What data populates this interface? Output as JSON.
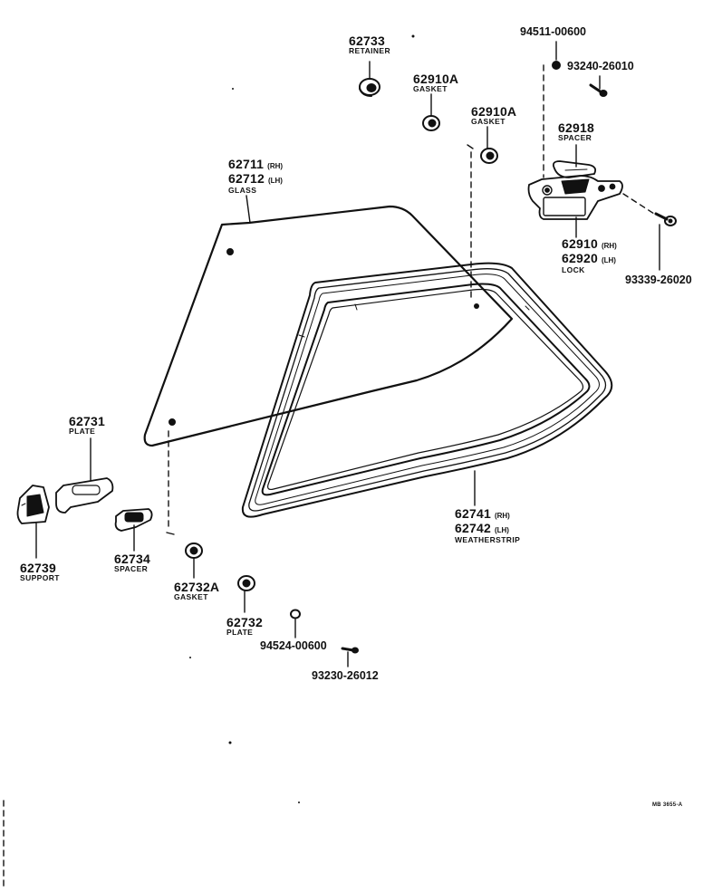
{
  "parts": {
    "retainer": {
      "number": "62733",
      "name": "RETAINER"
    },
    "gasket_top1": {
      "number": "62910A",
      "name": "GASKET"
    },
    "gasket_top2": {
      "number": "62910A",
      "name": "GASKET"
    },
    "bolt_top": {
      "number": "94511-00600"
    },
    "screw_top": {
      "number": "93240-26010"
    },
    "spacer_lock": {
      "number": "62918",
      "name": "SPACER"
    },
    "lock": {
      "number_rh": "62910",
      "rh": "(RH)",
      "number_lh": "62920",
      "lh": "(LH)",
      "name": "LOCK"
    },
    "screw_right": {
      "number": "93339-26020"
    },
    "glass": {
      "number_rh": "62711",
      "rh": "(RH)",
      "number_lh": "62712",
      "lh": "(LH)",
      "name": "GLASS"
    },
    "weatherstrip": {
      "number_rh": "62741",
      "rh": "(RH)",
      "number_lh": "62742",
      "lh": "(LH)",
      "name": "WEATHERSTRIP"
    },
    "plate_left": {
      "number": "62731",
      "name": "PLATE"
    },
    "support": {
      "number": "62739",
      "name": "SUPPORT"
    },
    "spacer_bottom": {
      "number": "62734",
      "name": "SPACER"
    },
    "gasket_bottom": {
      "number": "62732A",
      "name": "GASKET"
    },
    "plate_bottom": {
      "number": "62732",
      "name": "PLATE"
    },
    "nut_bottom": {
      "number": "94524-00600"
    },
    "screw_bottom": {
      "number": "93230-26012"
    }
  },
  "figure_ref": "MB 3655-A"
}
